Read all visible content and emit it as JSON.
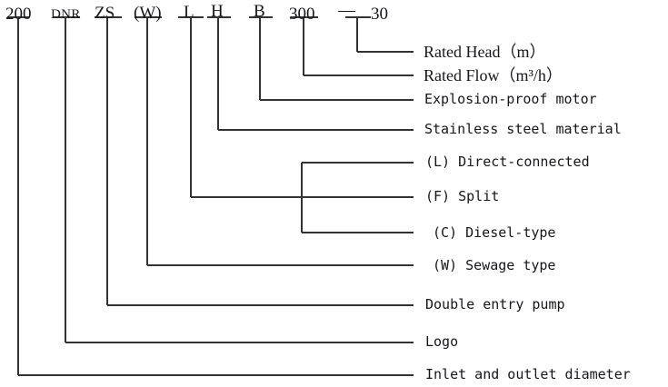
{
  "diagram": {
    "title": "Pump model designation breakdown",
    "line_color": "#333333",
    "text_color": "#16161c",
    "code_tokens": [
      {
        "id": "inlet-outlet-diameter",
        "text": "200"
      },
      {
        "id": "logo",
        "text": "DNR"
      },
      {
        "id": "double-entry-pump",
        "text": "ZS"
      },
      {
        "id": "sewage-type",
        "text": "(W)"
      },
      {
        "id": "drive-type",
        "text": "L"
      },
      {
        "id": "stainless-steel-material",
        "text": "H"
      },
      {
        "id": "explosion-proof-motor",
        "text": "B"
      },
      {
        "id": "rated-flow",
        "text": "300"
      },
      {
        "id": "separator",
        "text": "—"
      },
      {
        "id": "rated-head",
        "text": "30"
      }
    ],
    "labels": [
      {
        "id": "rated-head",
        "text": "Rated Head（m）"
      },
      {
        "id": "rated-flow",
        "text": "Rated Flow（m³/h）"
      },
      {
        "id": "explosion-proof-motor",
        "text": "Explosion-proof motor"
      },
      {
        "id": "stainless-steel-material",
        "text": "Stainless steel material"
      },
      {
        "id": "direct-connected",
        "text": "(L) Direct-connected"
      },
      {
        "id": "split",
        "text": "(F)  Split"
      },
      {
        "id": "diesel-type",
        "text": "(C) Diesel-type"
      },
      {
        "id": "sewage-type",
        "text": "(W) Sewage type"
      },
      {
        "id": "double-entry-pump",
        "text": "Double entry pump"
      },
      {
        "id": "logo",
        "text": "Logo"
      },
      {
        "id": "inlet-outlet-diameter",
        "text": "Inlet and outlet diameter"
      }
    ]
  }
}
